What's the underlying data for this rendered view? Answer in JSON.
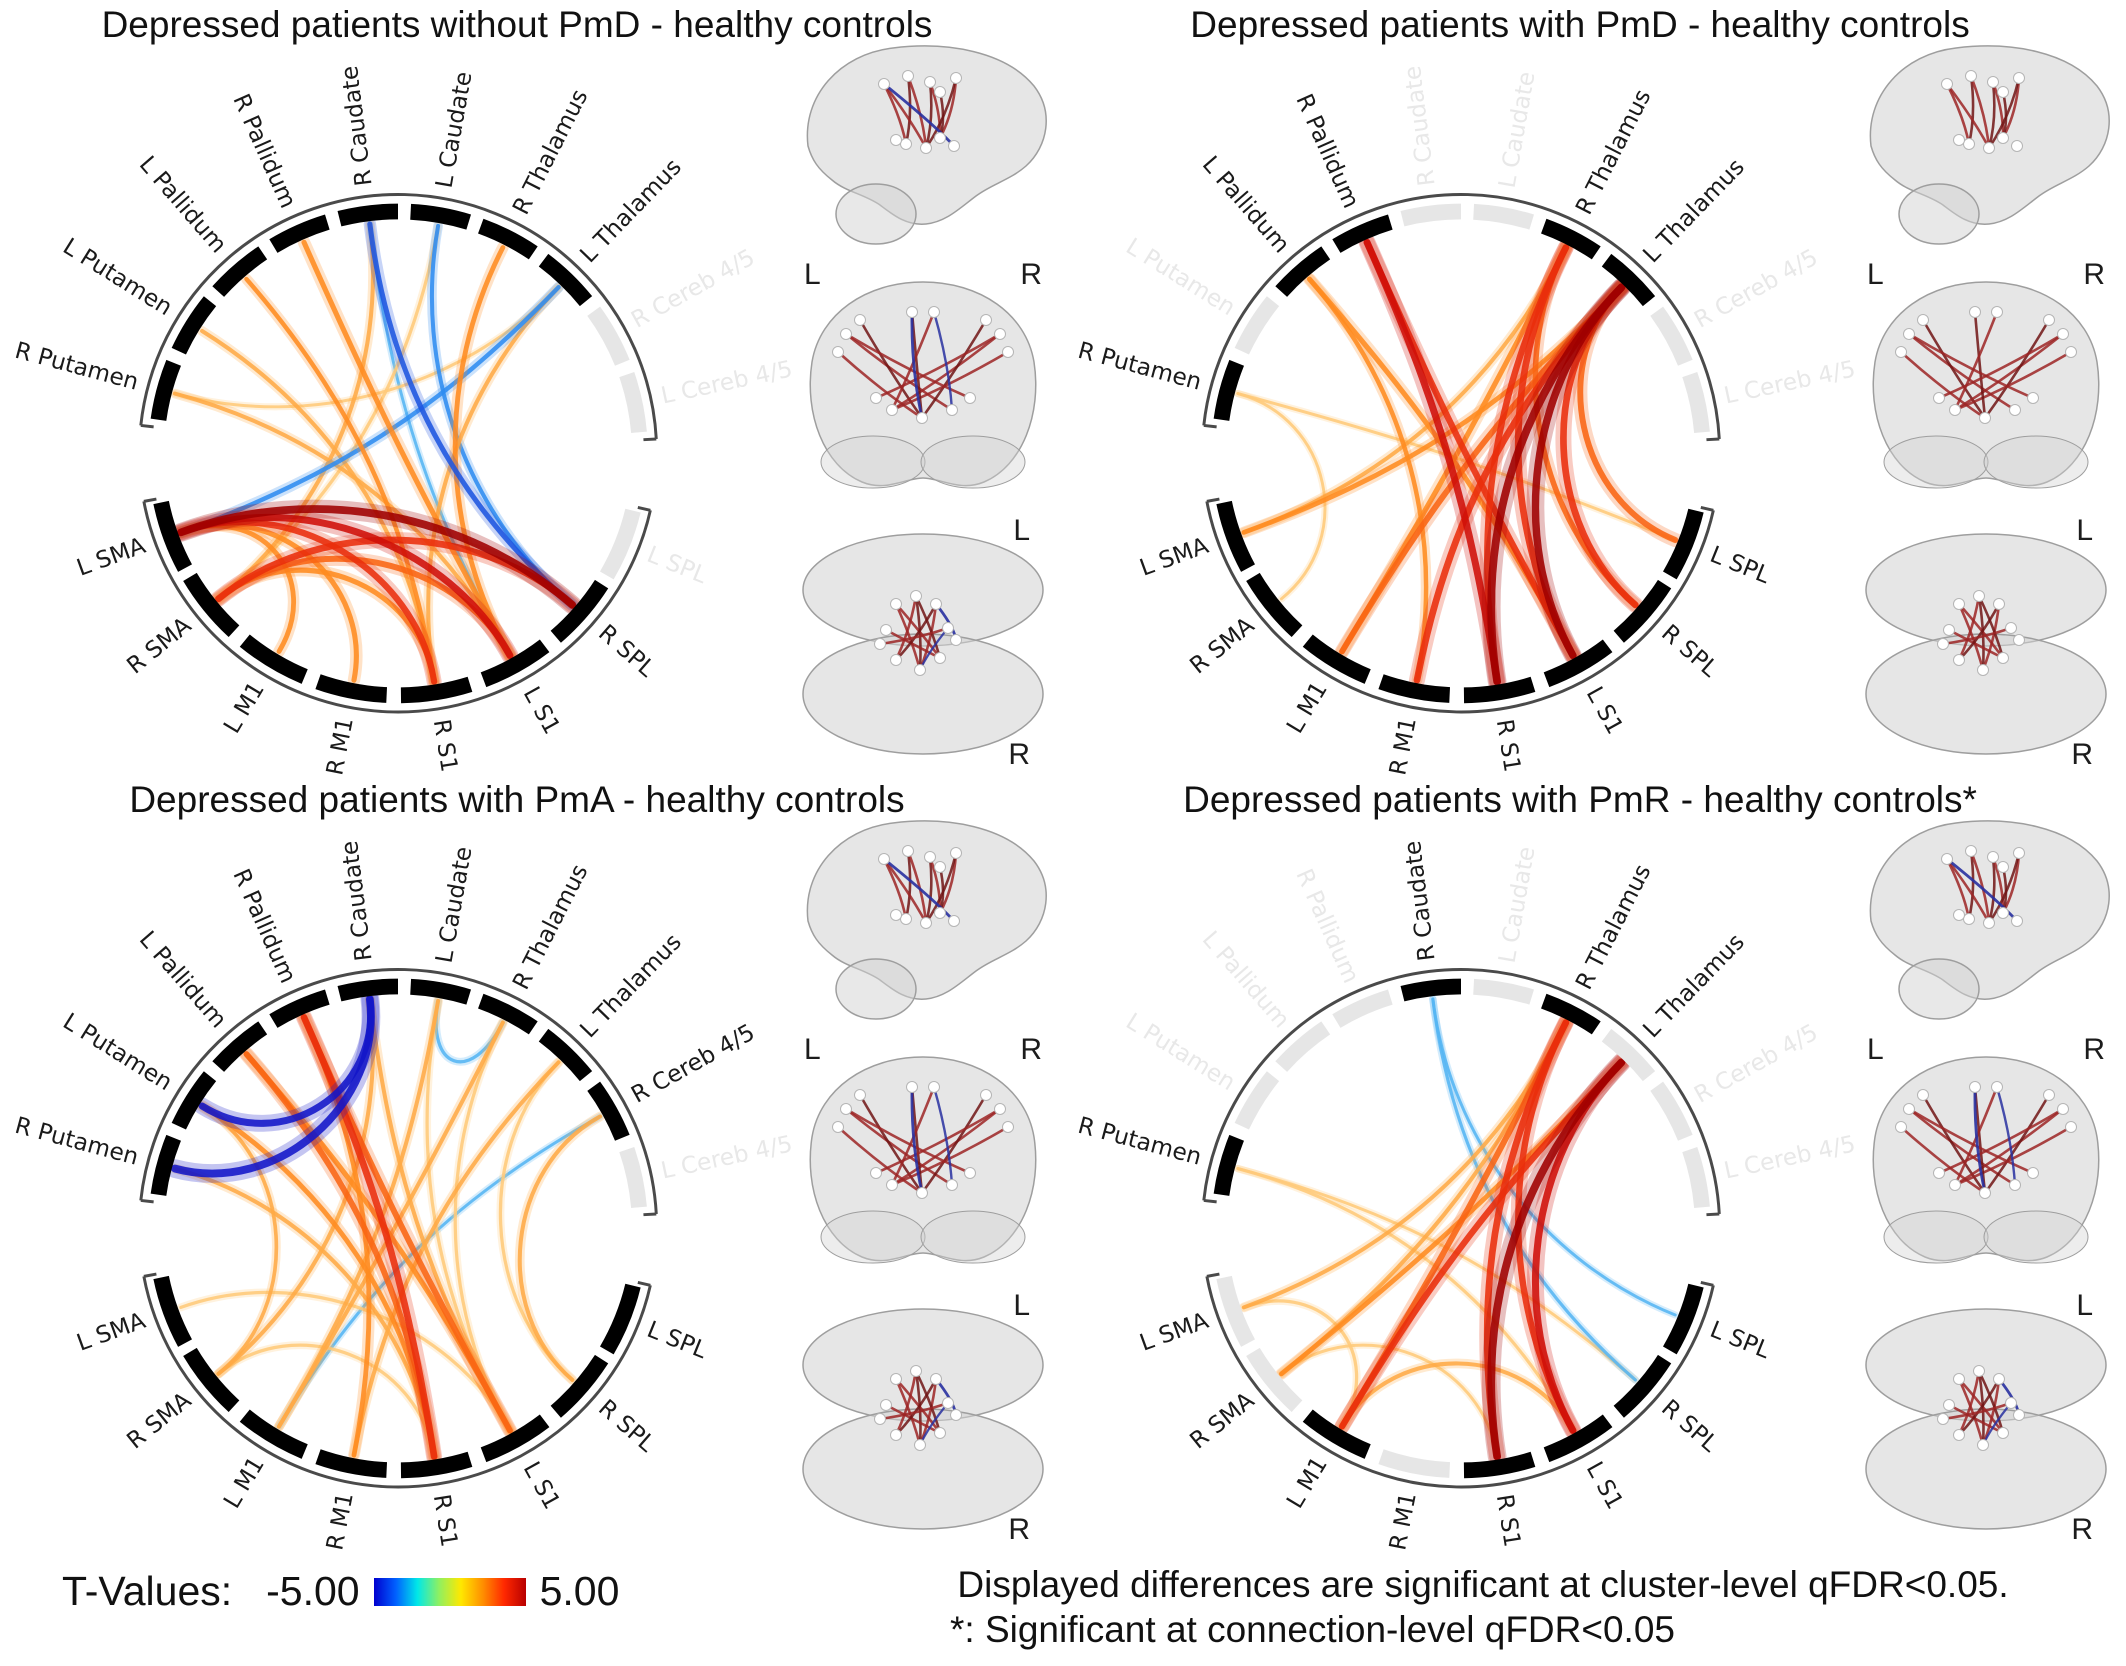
{
  "brain_views": {
    "coronal": {
      "left": "L",
      "right": "R"
    },
    "axial": {
      "left": "L",
      "right": "R"
    }
  },
  "legend": {
    "label": "T-Values:",
    "min": "-5.00",
    "max": "5.00"
  },
  "footnote": {
    "line1": "Displayed differences are significant at cluster-level qFDR<0.05.",
    "line2": "*: Significant at connection-level qFDR<0.05"
  },
  "colors": {
    "background": "#ffffff",
    "active_label": "#1a1a1a",
    "faint_label": "#e8e8e8",
    "active_segment": "#000000",
    "faint_segment": "#e6e6e6",
    "outer_arc": "#4a4a4a",
    "brain_fill": "#d2d2d2",
    "brain_stroke": "#9e9e9e",
    "node_fill": "#ffffff",
    "bundle_red": "#9c2424",
    "bundle_dark_red": "#701414",
    "bundle_blue": "#2830a0"
  },
  "chart_data": {
    "type": "connectogram-grid",
    "colorbar": {
      "title": "T-Values:",
      "min": -5.0,
      "max": 5.0,
      "colormap": "jet",
      "gradient": [
        "#0000cf",
        "#0060ff",
        "#00e8e8",
        "#90f060",
        "#ffe800",
        "#ff9000",
        "#ff2800",
        "#b80000"
      ]
    },
    "regions": [
      "R Putamen",
      "L Putamen",
      "L Pallidum",
      "R Pallidum",
      "R Caudate",
      "L Caudate",
      "R Thalamus",
      "L Thalamus",
      "R Cereb 4/5",
      "L Cereb 4/5",
      "L SPL",
      "R SPL",
      "L S1",
      "R S1",
      "R M1",
      "L M1",
      "R SMA",
      "L SMA"
    ],
    "region_angles_deg": [
      -75,
      -58,
      -41,
      -24,
      -7,
      10,
      27,
      44,
      61,
      78,
      112,
      131,
      151,
      171,
      191,
      211,
      231,
      250
    ],
    "panels": [
      {
        "title": "Depressed patients without PmD - healthy controls",
        "faint_regions": [
          "R Cereb 4/5",
          "L Cereb 4/5",
          "L SPL"
        ],
        "gray_segment_regions": [],
        "brain_blue": true,
        "connections": [
          [
            "L Thalamus",
            "L SMA",
            -3.2
          ],
          [
            "R Caudate",
            "R SPL",
            -3.6
          ],
          [
            "L Caudate",
            "R SPL",
            -3.0
          ],
          [
            "R Caudate",
            "L S1",
            -2.4
          ],
          [
            "L SMA",
            "R SPL",
            5.0
          ],
          [
            "L SMA",
            "L S1",
            4.6
          ],
          [
            "L SMA",
            "R S1",
            4.2
          ],
          [
            "L SMA",
            "R M1",
            3.6
          ],
          [
            "L SMA",
            "L M1",
            3.4
          ],
          [
            "R SMA",
            "L S1",
            4.0
          ],
          [
            "R SMA",
            "R S1",
            3.6
          ],
          [
            "R SMA",
            "R SPL",
            4.4
          ],
          [
            "R Putamen",
            "L S1",
            3.0
          ],
          [
            "L Putamen",
            "R S1",
            3.0
          ],
          [
            "L Pallidum",
            "R S1",
            3.2
          ],
          [
            "R Pallidum",
            "L S1",
            3.6
          ],
          [
            "R Thalamus",
            "L S1",
            3.4
          ],
          [
            "L Thalamus",
            "R S1",
            3.0
          ],
          [
            "R Putamen",
            "L Thalamus",
            2.4
          ],
          [
            "R Caudate",
            "R SMA",
            3.0
          ],
          [
            "L Caudate",
            "R SMA",
            2.6
          ]
        ]
      },
      {
        "title": "Depressed patients with PmD - healthy controls",
        "faint_regions": [
          "L Putamen",
          "R Caudate",
          "L Caudate",
          "R Cereb 4/5",
          "L Cereb 4/5"
        ],
        "gray_segment_regions": [],
        "brain_blue": false,
        "connections": [
          [
            "L Thalamus",
            "R S1",
            5.0
          ],
          [
            "L Thalamus",
            "L S1",
            4.8
          ],
          [
            "L Thalamus",
            "R M1",
            4.4
          ],
          [
            "L Thalamus",
            "L M1",
            4.0
          ],
          [
            "L Thalamus",
            "R SPL",
            4.4
          ],
          [
            "L Thalamus",
            "L SPL",
            4.0
          ],
          [
            "L Thalamus",
            "L SMA",
            3.4
          ],
          [
            "R Thalamus",
            "R S1",
            4.2
          ],
          [
            "R Thalamus",
            "L S1",
            4.4
          ],
          [
            "R Thalamus",
            "L M1",
            3.6
          ],
          [
            "R Thalamus",
            "L SMA",
            3.0
          ],
          [
            "R Thalamus",
            "R SPL",
            3.8
          ],
          [
            "R Pallidum",
            "L S1",
            4.2
          ],
          [
            "R Pallidum",
            "R S1",
            4.6
          ],
          [
            "L Pallidum",
            "L S1",
            3.6
          ],
          [
            "L Pallidum",
            "R M1",
            3.2
          ],
          [
            "R Putamen",
            "L SPL",
            2.4
          ],
          [
            "R Putamen",
            "R SMA",
            2.4
          ]
        ]
      },
      {
        "title": "Depressed patients with PmA - healthy controls",
        "faint_regions": [
          "L Cereb 4/5"
        ],
        "gray_segment_regions": [],
        "brain_blue": true,
        "connections": [
          [
            "R Putamen",
            "R Caudate",
            -5.0
          ],
          [
            "L Putamen",
            "R Caudate",
            -4.6
          ],
          [
            "L Caudate",
            "R Thalamus",
            -2.6
          ],
          [
            "R Cereb 4/5",
            "L M1",
            -2.4
          ],
          [
            "L Pallidum",
            "R S1",
            4.0
          ],
          [
            "L Pallidum",
            "L S1",
            3.6
          ],
          [
            "R Pallidum",
            "R S1",
            4.4
          ],
          [
            "R Pallidum",
            "L S1",
            4.0
          ],
          [
            "R Pallidum",
            "R M1",
            3.4
          ],
          [
            "R Caudate",
            "L S1",
            3.0
          ],
          [
            "R Caudate",
            "R SMA",
            3.0
          ],
          [
            "L Caudate",
            "L M1",
            3.0
          ],
          [
            "L Caudate",
            "L S1",
            2.6
          ],
          [
            "R Thalamus",
            "L M1",
            3.0
          ],
          [
            "R Thalamus",
            "L S1",
            2.6
          ],
          [
            "L Thalamus",
            "R M1",
            3.0
          ],
          [
            "L Thalamus",
            "R SPL",
            2.6
          ],
          [
            "R Putamen",
            "R S1",
            3.0
          ],
          [
            "L Putamen",
            "R S1",
            3.4
          ],
          [
            "L Putamen",
            "R SMA",
            2.8
          ],
          [
            "R Cereb 4/5",
            "R SPL",
            3.0
          ],
          [
            "L SMA",
            "L S1",
            2.6
          ],
          [
            "R SMA",
            "R S1",
            2.6
          ]
        ]
      },
      {
        "title": "Depressed patients with PmR - healthy controls*",
        "faint_regions": [
          "L Putamen",
          "L Pallidum",
          "R Pallidum",
          "L Caudate",
          "R Cereb 4/5",
          "L Cereb 4/5"
        ],
        "gray_segment_regions": [
          "L SMA",
          "R SMA",
          "R M1",
          "L Thalamus"
        ],
        "brain_blue": true,
        "connections": [
          [
            "R Caudate",
            "R SPL",
            -2.5
          ],
          [
            "R Caudate",
            "L SPL",
            -2.4
          ],
          [
            "L Thalamus",
            "R S1",
            5.0
          ],
          [
            "L Thalamus",
            "L S1",
            4.6
          ],
          [
            "R Thalamus",
            "R S1",
            4.4
          ],
          [
            "R Thalamus",
            "L S1",
            4.2
          ],
          [
            "R Thalamus",
            "L M1",
            4.0
          ],
          [
            "L Thalamus",
            "L M1",
            4.2
          ],
          [
            "L Thalamus",
            "R SMA",
            3.4
          ],
          [
            "R Thalamus",
            "R SMA",
            3.0
          ],
          [
            "R Thalamus",
            "L SMA",
            3.0
          ],
          [
            "R Putamen",
            "L S1",
            2.5
          ],
          [
            "R Putamen",
            "R SPL",
            2.4
          ],
          [
            "L SMA",
            "L M1",
            2.6
          ],
          [
            "L M1",
            "L S1",
            3.0
          ],
          [
            "R SMA",
            "R S1",
            2.4
          ]
        ]
      }
    ]
  }
}
